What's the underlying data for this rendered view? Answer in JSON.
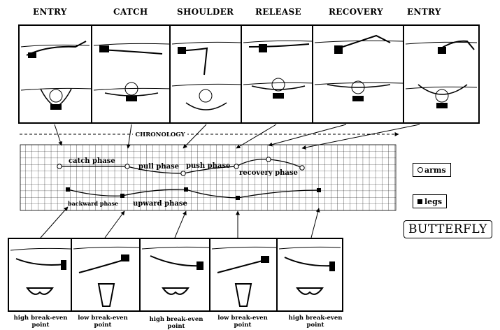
{
  "phases": [
    "ENTRY",
    "CATCH",
    "SHOULDER",
    "RELEASE",
    "RECOVERY",
    "ENTRY"
  ],
  "chronology_label": "CHRONOLOGY",
  "arm_phases": {
    "catch": "catch phase",
    "pull": "pull phase",
    "push": "push phase",
    "recovery": "recovery phase"
  },
  "leg_phases": {
    "backward": "backward phase",
    "upward": "upward phase"
  },
  "legend": {
    "arms": "arms",
    "legs": "legs"
  },
  "title": "BUTTERFLY",
  "leg_captions": [
    "high break-even point",
    "low break-even point",
    "high break-even point",
    "low break-even point",
    "high break-even point"
  ]
}
